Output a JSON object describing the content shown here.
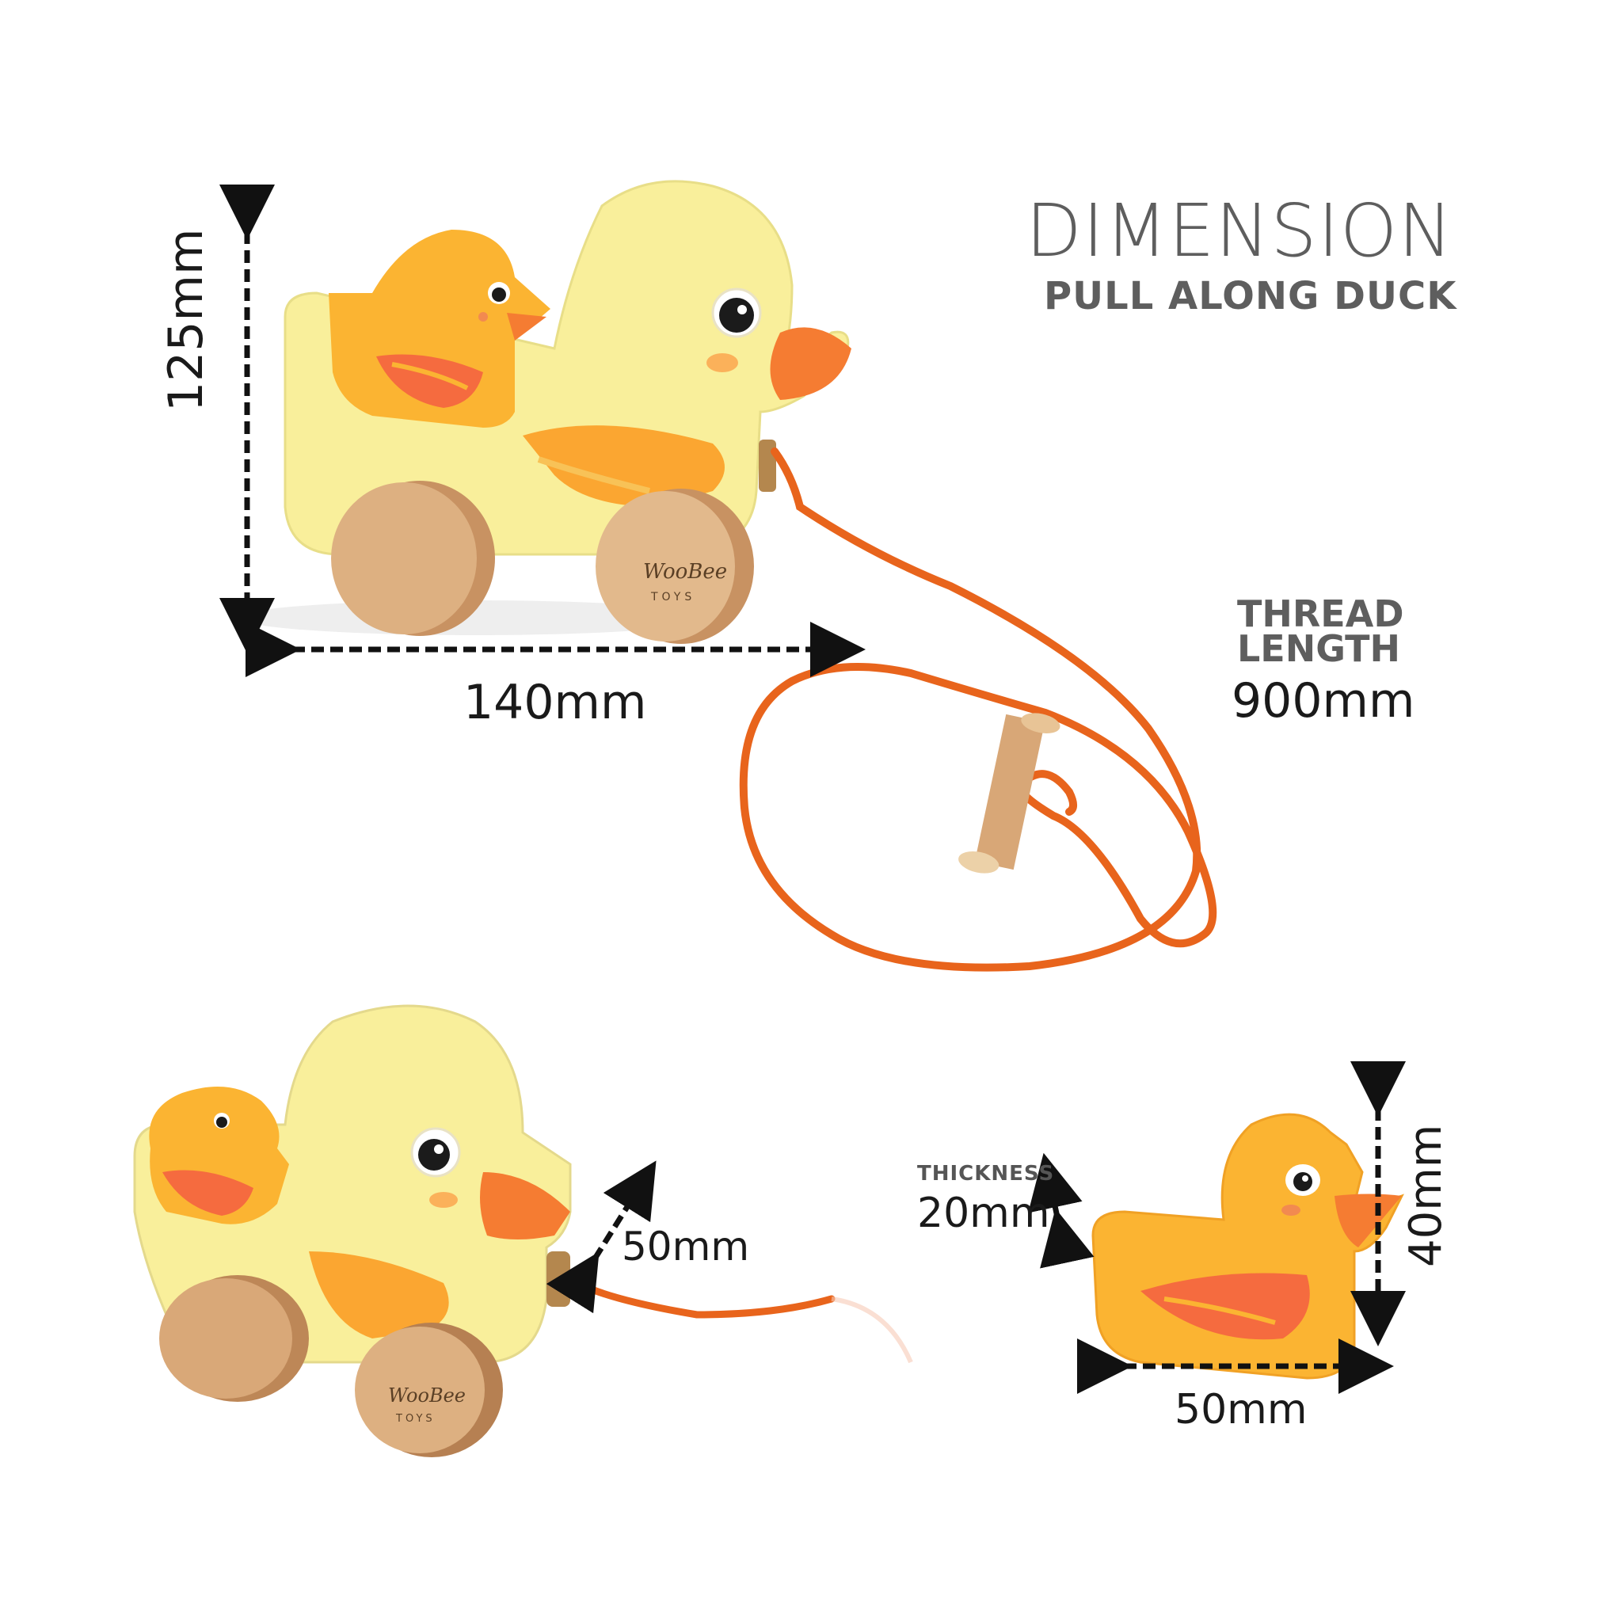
{
  "title": "DIMENSION",
  "subtitle": "PULL ALONG DUCK",
  "thread": {
    "line1": "THREAD",
    "line2": "LENGTH",
    "value": "900mm"
  },
  "main_duck": {
    "height": "125mm",
    "width": "140mm"
  },
  "side_view": {
    "depth": "50mm"
  },
  "duckling": {
    "thickness_label": "THICKNESS",
    "thickness": "20mm",
    "height": "40mm",
    "width": "50mm"
  },
  "colors": {
    "duck_body": "#f9ef9b",
    "duckling": "#fbb432",
    "wing": "#fba631",
    "beak": "#f57c32",
    "string": "#e8641c",
    "wood": "#d8a777",
    "arrow": "#111111",
    "title_gray": "#5e5e5e"
  }
}
